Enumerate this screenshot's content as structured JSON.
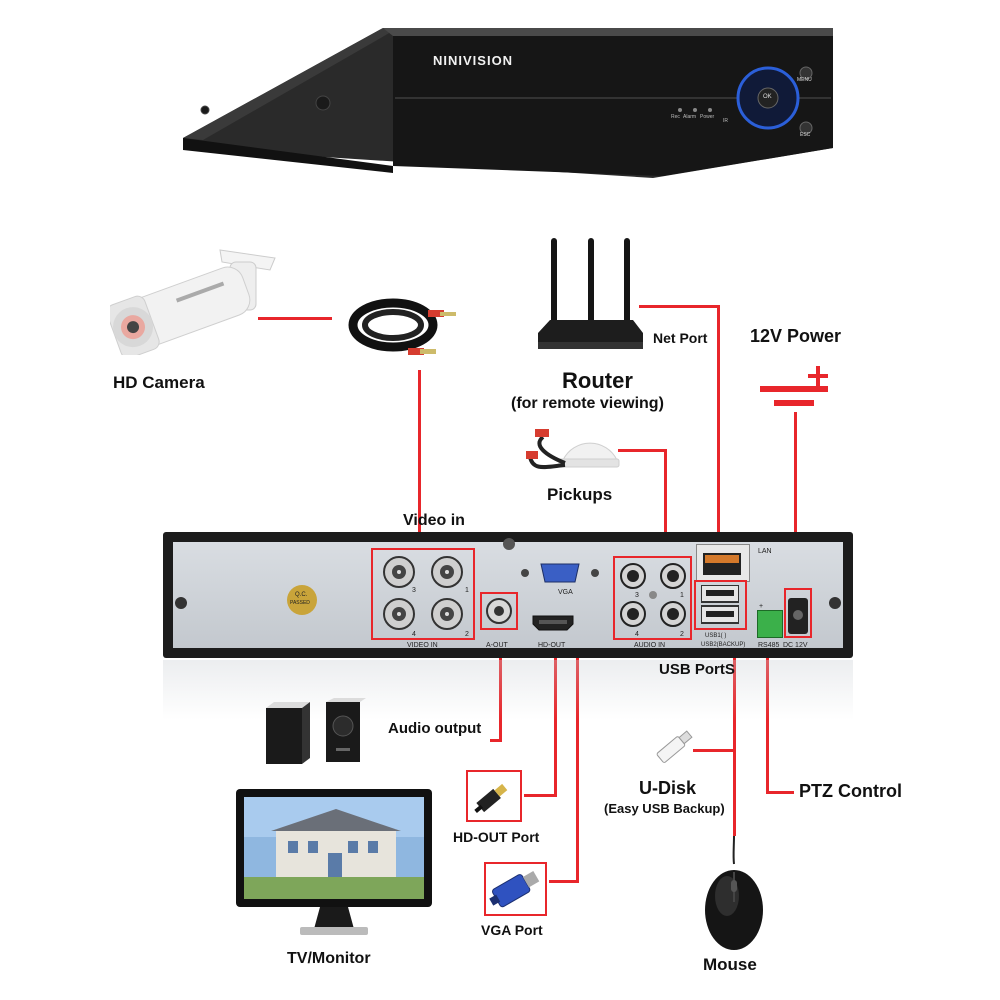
{
  "brand": "NINIVISION",
  "front_panel": {
    "rec": "Rec",
    "alarm": "Alarm",
    "power": "Power",
    "ok": "OK",
    "menu": "MENU",
    "esc": "ESC",
    "ir": "IR"
  },
  "labels": {
    "hd_camera": "HD Camera",
    "net_port": "Net Port",
    "power_12v": "12V Power",
    "router": "Router",
    "router_sub": "(for remote viewing)",
    "pickups": "Pickups",
    "video_in": "Video in",
    "usb_ports": "USB PortS",
    "audio_output": "Audio output",
    "u_disk": "U-Disk",
    "u_disk_sub": "(Easy USB Backup)",
    "ptz_control": "PTZ Control",
    "hd_out_port": "HD-OUT Port",
    "vga_port": "VGA Port",
    "tv_monitor": "TV/Monitor",
    "mouse": "Mouse"
  },
  "rear_panel": {
    "video_in": "VIDEO IN",
    "a_out": "A-OUT",
    "hd_out": "HD-OUT",
    "vga": "VGA",
    "audio_in": "AUDIO IN",
    "lan": "LAN",
    "usb1": "USB1( )",
    "usb2": "USB2(BACKUP)",
    "rs485": "RS485",
    "dc12v": "DC 12V",
    "qc": "Q.C.",
    "passed": "PASSED",
    "n1": "1",
    "n2": "2",
    "n3": "3",
    "n4": "4",
    "plus": "+"
  },
  "colors": {
    "wire": "#e8262b",
    "panel_dark": "#1c1c1c",
    "panel_light": "#d4d8dd"
  },
  "icons": [
    "hd-camera-icon",
    "coax-cable-icon",
    "router-icon",
    "power-symbol-icon",
    "microphone-icon",
    "speakers-icon",
    "hdmi-cable-icon",
    "vga-cable-icon",
    "usb-flash-drive-icon",
    "monitor-icon",
    "mouse-icon"
  ]
}
